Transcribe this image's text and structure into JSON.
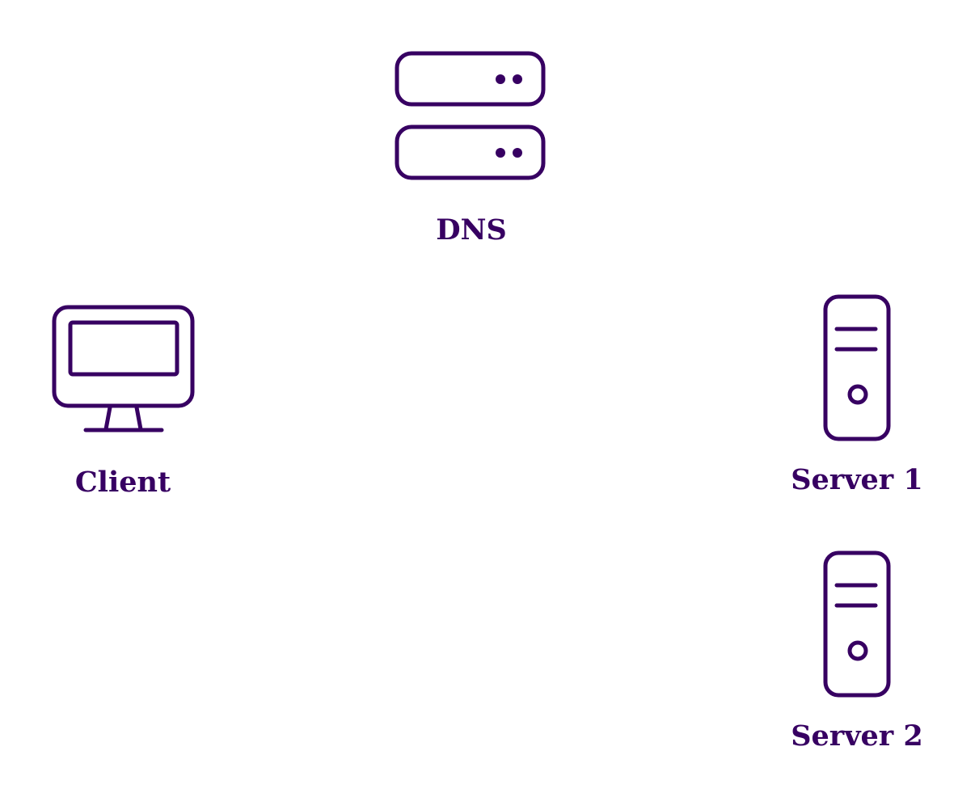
{
  "theme": {
    "ink": "#370062",
    "background": "#ffffff"
  },
  "nodes": {
    "dns": {
      "label": "DNS",
      "icon": "dns-server-icon"
    },
    "client": {
      "label": "Client",
      "icon": "monitor-icon"
    },
    "server1": {
      "label": "Server 1",
      "icon": "server-tower-icon"
    },
    "server2": {
      "label": "Server 2",
      "icon": "server-tower-icon"
    }
  }
}
